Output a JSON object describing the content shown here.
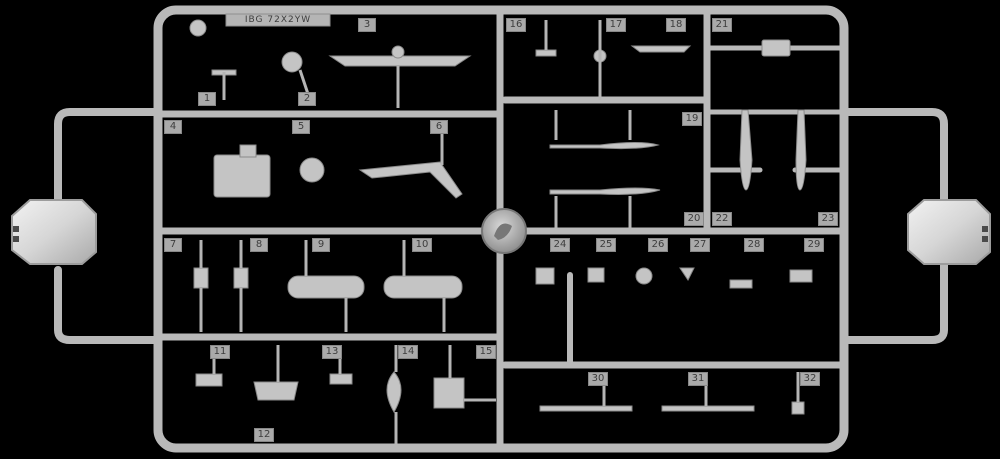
{
  "image": {
    "subject": "sprue",
    "colors": {
      "background": "#000000",
      "plastic": "#b9b9b9",
      "plastic_dark": "#8e8e8e",
      "plastic_light": "#e4e4e4",
      "number_text": "#3d3d3d"
    }
  },
  "sprue": {
    "frame_code": "IBG 72X2YW",
    "part_numbers": {
      "p1": "1",
      "p2": "2",
      "p3": "3",
      "p4": "4",
      "p5": "5",
      "p6": "6",
      "p7": "7",
      "p8": "8",
      "p9": "9",
      "p10": "10",
      "p11": "11",
      "p12": "12",
      "p13": "13",
      "p14": "14",
      "p15": "15",
      "p16": "16",
      "p17": "17",
      "p18": "18",
      "p19": "19",
      "p20": "20",
      "p21": "21",
      "p22": "22",
      "p23": "23",
      "p24": "24",
      "p25": "25",
      "p26": "26",
      "p27": "27",
      "p28": "28",
      "p29": "29",
      "p30": "30",
      "p31": "31",
      "p32": "32"
    }
  }
}
